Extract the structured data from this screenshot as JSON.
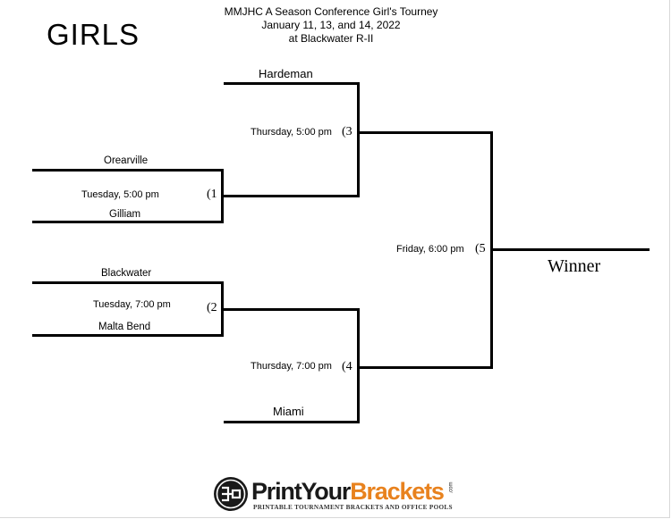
{
  "header": {
    "line1": "MMJHC A Season Conference Girl's Tourney",
    "line2": "January 11, 13, and 14, 2022",
    "line3": "at Blackwater R-II"
  },
  "bracket_heading": "GIRLS",
  "round1": [
    {
      "team_top": "Orearville",
      "game_time": "Tuesday, 5:00 pm",
      "game_number": "(1",
      "team_bottom": "Gilliam"
    },
    {
      "team_top": "Blackwater",
      "game_time": "Tuesday, 7:00 pm",
      "game_number": "(2",
      "team_bottom": "Malta Bend"
    }
  ],
  "round2": [
    {
      "team_top": "Hardeman",
      "game_time": "Thursday, 5:00 pm",
      "game_number": "(3"
    },
    {
      "team_bottom": "Miami",
      "game_time": "Thursday, 7:00 pm",
      "game_number": "(4"
    }
  ],
  "final": {
    "game_time": "Friday, 6:00 pm",
    "game_number": "(5",
    "winner_label": "Winner"
  },
  "logo": {
    "name_part1": "PrintYour",
    "name_part2": "Brackets",
    "suffix": ".com",
    "tagline": "PRINTABLE TOURNAMENT BRACKETS AND OFFICE POOLS",
    "brand_colors": {
      "dark": "#1a1a1a",
      "accent": "#e8821e"
    }
  }
}
